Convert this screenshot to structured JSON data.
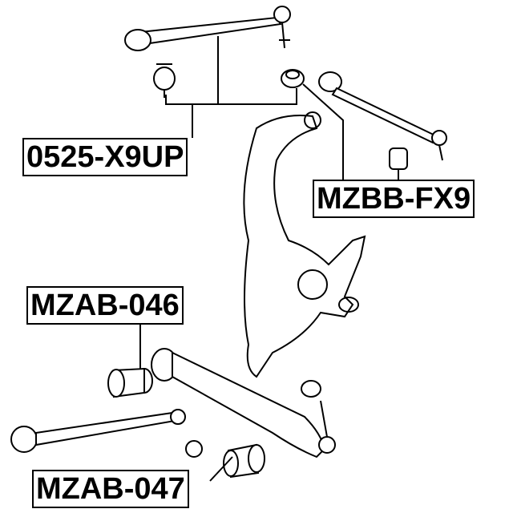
{
  "labels": {
    "upper_arm_kit": "0525-X9UP",
    "knuckle_bushing": "MZBB-FX9",
    "front_lower_bushing": "MZAB-046",
    "rear_lower_bushing": "MZAB-047"
  },
  "colors": {
    "line": "#000000",
    "background": "#ffffff"
  }
}
